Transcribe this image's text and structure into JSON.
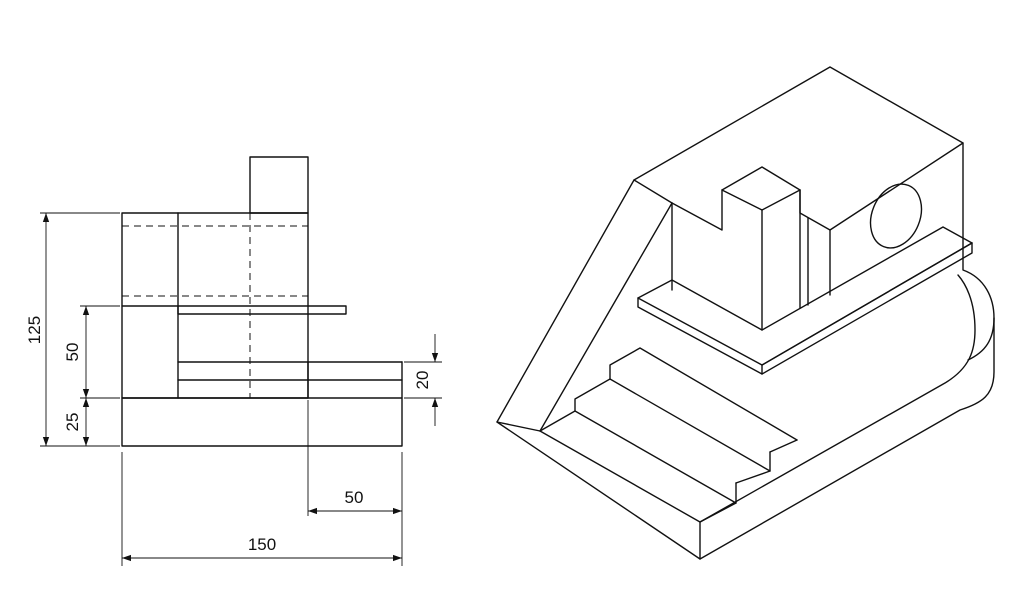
{
  "dimensions": {
    "height_total": "125",
    "height_mid": "50",
    "height_base": "25",
    "plate_thickness": "20",
    "width_step": "50",
    "width_total": "150"
  },
  "colors": {
    "line": "#111111",
    "background": "#ffffff"
  }
}
